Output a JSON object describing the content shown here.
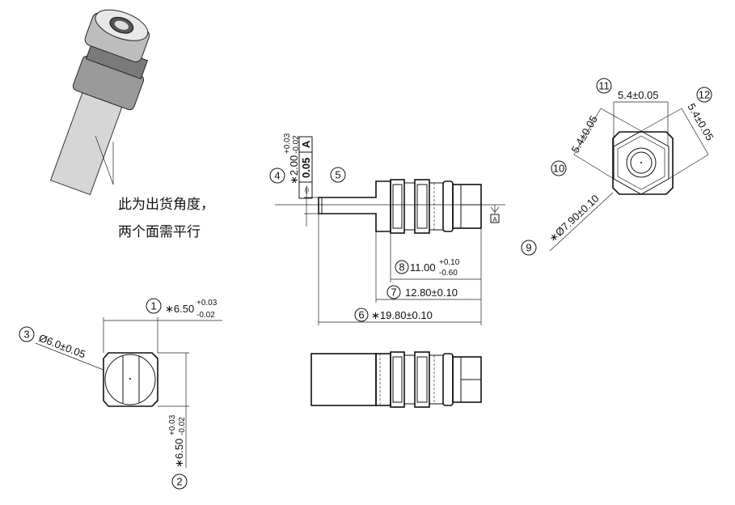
{
  "note": {
    "line1": "此为出货角度，",
    "line2": "两个面需平行"
  },
  "bubbles": [
    "1",
    "2",
    "3",
    "4",
    "5",
    "6",
    "7",
    "8",
    "9",
    "10",
    "11",
    "12"
  ],
  "dims": {
    "d1": {
      "value": "∗6.50",
      "upper": "+0.03",
      "lower": "-0.02"
    },
    "d2": {
      "value": "∗6.50",
      "upper": "+0.03",
      "lower": "-0.02"
    },
    "d3": "Ø6.0±0.05",
    "d4": {
      "value": "∗2.00",
      "upper": "+0.03",
      "lower": "-0.02"
    },
    "d5": {
      "symbol": "⌯",
      "tolerance": "0.05",
      "datum": "A"
    },
    "d6": "∗19.80±0.10",
    "d7": "12.80±0.10",
    "d8": {
      "value": "11.00",
      "upper": "+0.10",
      "lower": "-0.60"
    },
    "d9": "∗Ø7.90±0.10",
    "d10": "5.4±0.05",
    "d11": "5.4±0.05",
    "d12": "5.4±0.05",
    "datum_label": "A"
  }
}
